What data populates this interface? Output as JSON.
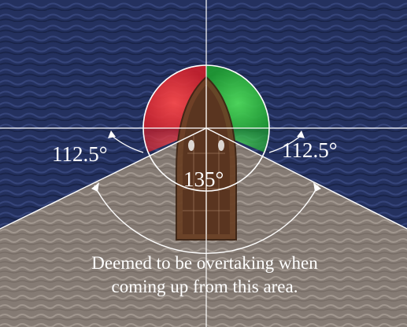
{
  "diagram": {
    "labels": {
      "left_sector": "112.5°",
      "right_sector": "112.5°",
      "stern_sector": "135°"
    },
    "caption": {
      "line1": "Deemed to be overtaking when",
      "line2": "coming up from this area."
    },
    "colors": {
      "water": "#23305e",
      "port_light": "#d6262e",
      "starboard_light": "#26b33a",
      "overtaking_area": "#8a7f78",
      "deck": "#5a3520",
      "lines": "#ffffff"
    }
  }
}
